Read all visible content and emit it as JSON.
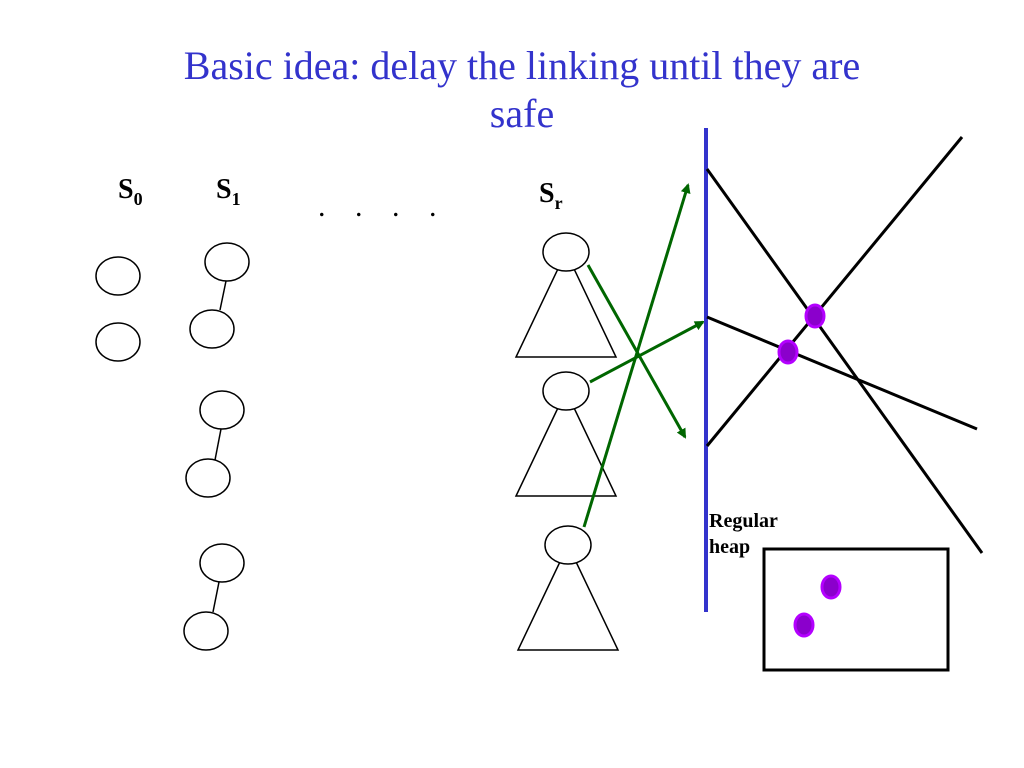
{
  "title": {
    "line1": "Basic idea: delay the linking until they are",
    "line2": "safe"
  },
  "labels": {
    "s0": {
      "main": "S",
      "sub": "0"
    },
    "s1": {
      "main": "S",
      "sub": "1"
    },
    "sr": {
      "main": "S",
      "sub": "r"
    },
    "ellipsis": [
      ".",
      ".",
      ".",
      "."
    ]
  },
  "heap": {
    "line1": "Regular",
    "line2": "heap"
  },
  "colors": {
    "title": "#3333cc",
    "divider": "#3333cc",
    "arrow": "#006600",
    "dot": "#8b00cc",
    "dot_outline": "#b400ff"
  }
}
